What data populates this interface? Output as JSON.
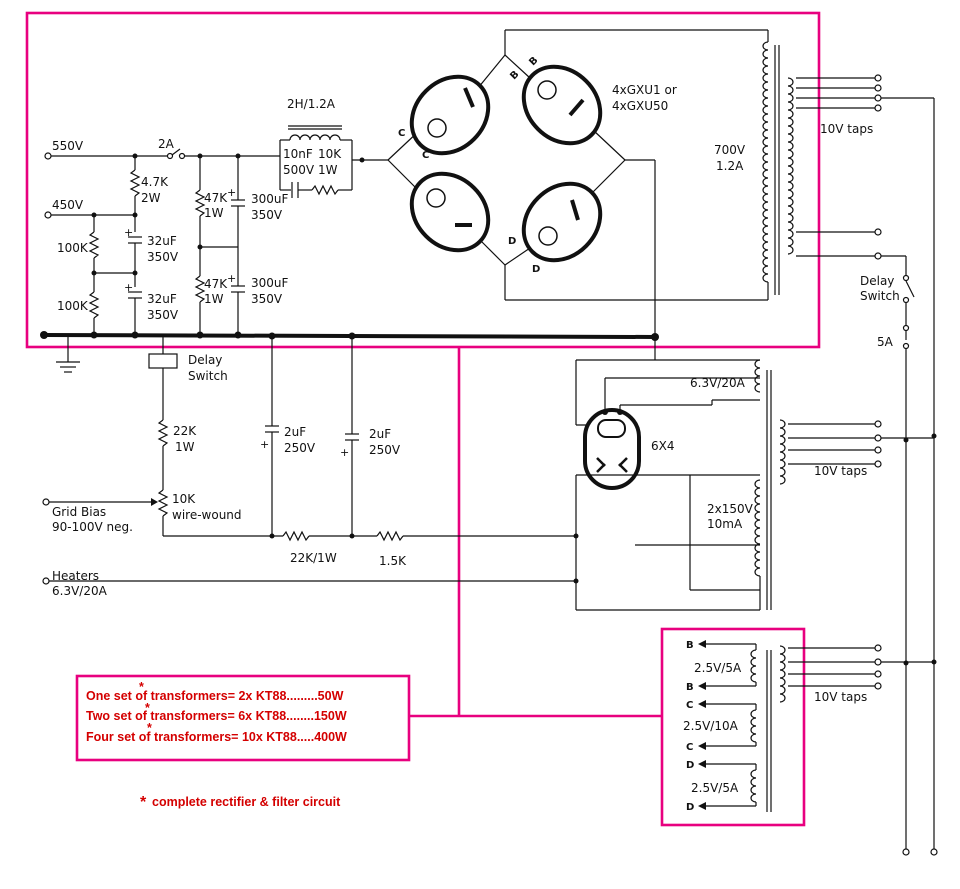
{
  "supply": {
    "v550": "550V",
    "v450": "450V",
    "fuse_2a": "2A",
    "r_4k7": "4.7K",
    "r_4k7_w": "2W",
    "r_100k_a": "100K",
    "r_100k_b": "100K",
    "c_32uf_a": "32uF",
    "c_32uf_a_v": "350V",
    "c_32uf_b": "32uF",
    "c_32uf_b_v": "350V",
    "r_47k_a": "47K",
    "r_47k_a_w": "1W",
    "r_47k_b": "47K",
    "r_47k_b_w": "1W",
    "c_300uf_a": "300uF",
    "c_300uf_a_v": "350V",
    "c_300uf_b": "300uF",
    "c_300uf_b_v": "350V",
    "choke": "2H/1.2A",
    "snubber_c": "10nF",
    "snubber_c_v": "500V",
    "snubber_r": "10K",
    "snubber_r_w": "1W"
  },
  "rectifier": {
    "tubes_line1": "4xGXU1 or",
    "tubes_line2": "4xGXU50",
    "letters": [
      "B",
      "B",
      "C",
      "C",
      "D",
      "D"
    ]
  },
  "main_transformer": {
    "voltage": "700V",
    "current": "1.2A",
    "taps": "10V taps",
    "delay_line1": "Delay",
    "delay_line2": "Switch",
    "fuse_5a": "5A"
  },
  "bias": {
    "delay_line1": "Delay",
    "delay_line2": "Switch",
    "r_22k": "22K",
    "r_22k_w": "1W",
    "pot": "10K",
    "pot_type": "wire-wound",
    "grid_bias_line1": "Grid Bias",
    "grid_bias_line2": "90-100V neg.",
    "c_2uf_a": "2uF",
    "c_2uf_a_v": "250V",
    "c_2uf_b": "2uF",
    "c_2uf_b_v": "250V",
    "r_22k_1w": "22K/1W",
    "r_1k5": "1.5K",
    "heaters_line1": "Heaters",
    "heaters_line2": "6.3V/20A"
  },
  "bias_transformer": {
    "heater": "6.3V/20A",
    "tube": "6X4",
    "hv_line1": "2x150V",
    "hv_line2": "10mA",
    "taps": "10V taps"
  },
  "filament_transformer": {
    "w1": "2.5V/5A",
    "w2": "2.5V/10A",
    "w3": "2.5V/5A",
    "taps": "10V taps",
    "letters": [
      "B",
      "B",
      "C",
      "C",
      "D",
      "D"
    ]
  },
  "notes": {
    "line1": "One set of transformers= 2x KT88.........50W",
    "line2": "Two set of transformers= 6x KT88........150W",
    "line3": "Four set of transformers= 10x KT88.....400W",
    "asterisk": "*",
    "footnote": "complete rectifier & filter circuit"
  },
  "colors": {
    "highlight": "#e8007f",
    "note_text": "#d40000",
    "ink": "#111111"
  }
}
